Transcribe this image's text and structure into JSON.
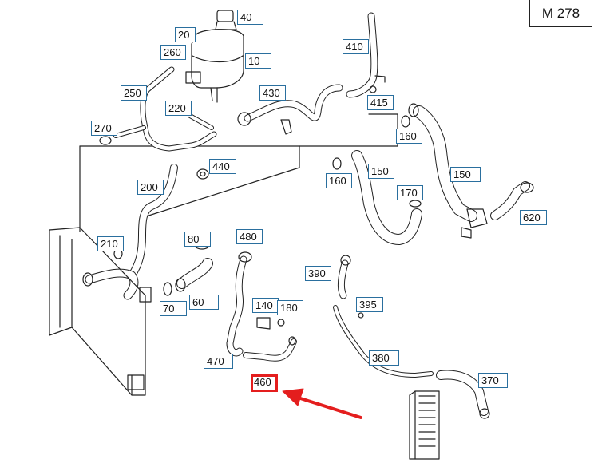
{
  "header": {
    "model_code": "M 278"
  },
  "callouts": {
    "p40": "40",
    "p20": "20",
    "p260": "260",
    "p10": "10",
    "p410": "410",
    "p250": "250",
    "p430": "430",
    "p220": "220",
    "p415": "415",
    "p270": "270",
    "p160a": "160",
    "p440": "440",
    "p150a": "150",
    "p150b": "150",
    "p200": "200",
    "p160b": "160",
    "p170": "170",
    "p620": "620",
    "p80": "80",
    "p480": "480",
    "p210": "210",
    "p390": "390",
    "p70": "70",
    "p60": "60",
    "p140": "140",
    "p180": "180",
    "p395": "395",
    "p380": "380",
    "p470": "470",
    "p370": "370",
    "p460": "460"
  },
  "highlight": {
    "part": "460",
    "color": "#e41e1e"
  },
  "colors": {
    "line": "#222222",
    "label_border": "#2a6f9e"
  }
}
